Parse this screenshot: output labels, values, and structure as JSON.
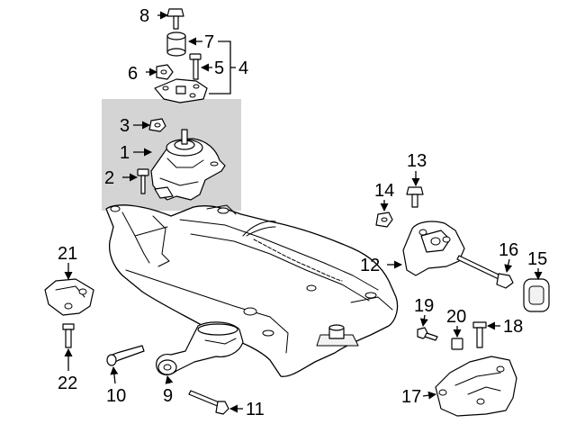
{
  "diagram": {
    "highlight_color": "#d4d4d4",
    "callouts": [
      {
        "id": "c1",
        "label": "1"
      },
      {
        "id": "c2",
        "label": "2"
      },
      {
        "id": "c3",
        "label": "3"
      },
      {
        "id": "c4",
        "label": "4"
      },
      {
        "id": "c5",
        "label": "5"
      },
      {
        "id": "c6",
        "label": "6"
      },
      {
        "id": "c7",
        "label": "7"
      },
      {
        "id": "c8",
        "label": "8"
      },
      {
        "id": "c9",
        "label": "9"
      },
      {
        "id": "c10",
        "label": "10"
      },
      {
        "id": "c11",
        "label": "11"
      },
      {
        "id": "c12",
        "label": "12"
      },
      {
        "id": "c13",
        "label": "13"
      },
      {
        "id": "c14",
        "label": "14"
      },
      {
        "id": "c15",
        "label": "15"
      },
      {
        "id": "c16",
        "label": "16"
      },
      {
        "id": "c17",
        "label": "17"
      },
      {
        "id": "c18",
        "label": "18"
      },
      {
        "id": "c19",
        "label": "19"
      },
      {
        "id": "c20",
        "label": "20"
      },
      {
        "id": "c21",
        "label": "21"
      },
      {
        "id": "c22",
        "label": "22"
      }
    ]
  }
}
